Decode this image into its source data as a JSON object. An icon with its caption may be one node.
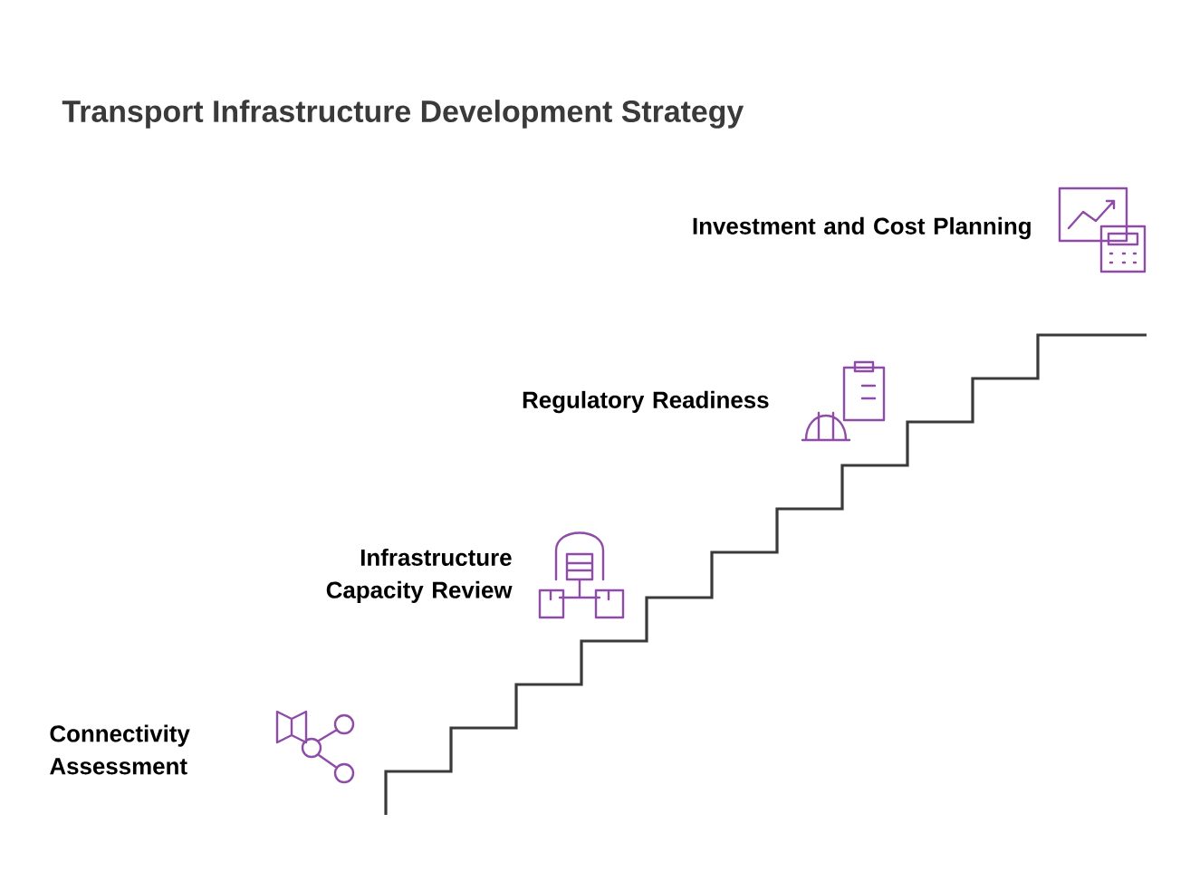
{
  "diagram": {
    "title": "Transport Infrastructure Development Strategy",
    "labels": [
      "Investment and Cost Planning",
      "Regulatory Readiness",
      "Infrastructure Capacity Review",
      "Connectivity Assessment"
    ]
  }
}
